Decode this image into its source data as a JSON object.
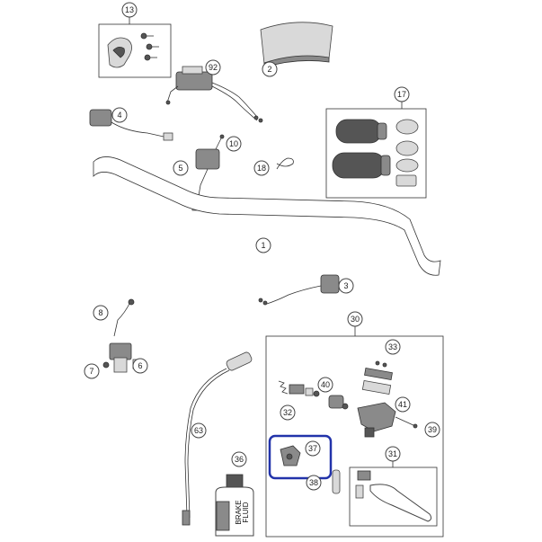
{
  "diagram": {
    "callouts": {
      "c13": "13",
      "c92": "92",
      "c2": "2",
      "c4": "4",
      "c10": "10",
      "c5": "5",
      "c18": "18",
      "c17": "17",
      "c1": "1",
      "c3": "3",
      "c8": "8",
      "c6": "6",
      "c7": "7",
      "c30": "30",
      "c33": "33",
      "c40": "40",
      "c41": "41",
      "c32": "32",
      "c39": "39",
      "c63": "63",
      "c37": "37",
      "c31": "31",
      "c38": "38",
      "c36": "36"
    },
    "bottle_text": {
      "line1": "BRAKE",
      "line2": "FLUID"
    },
    "highlight_color": "#2233aa",
    "highlighted_part": "37"
  }
}
